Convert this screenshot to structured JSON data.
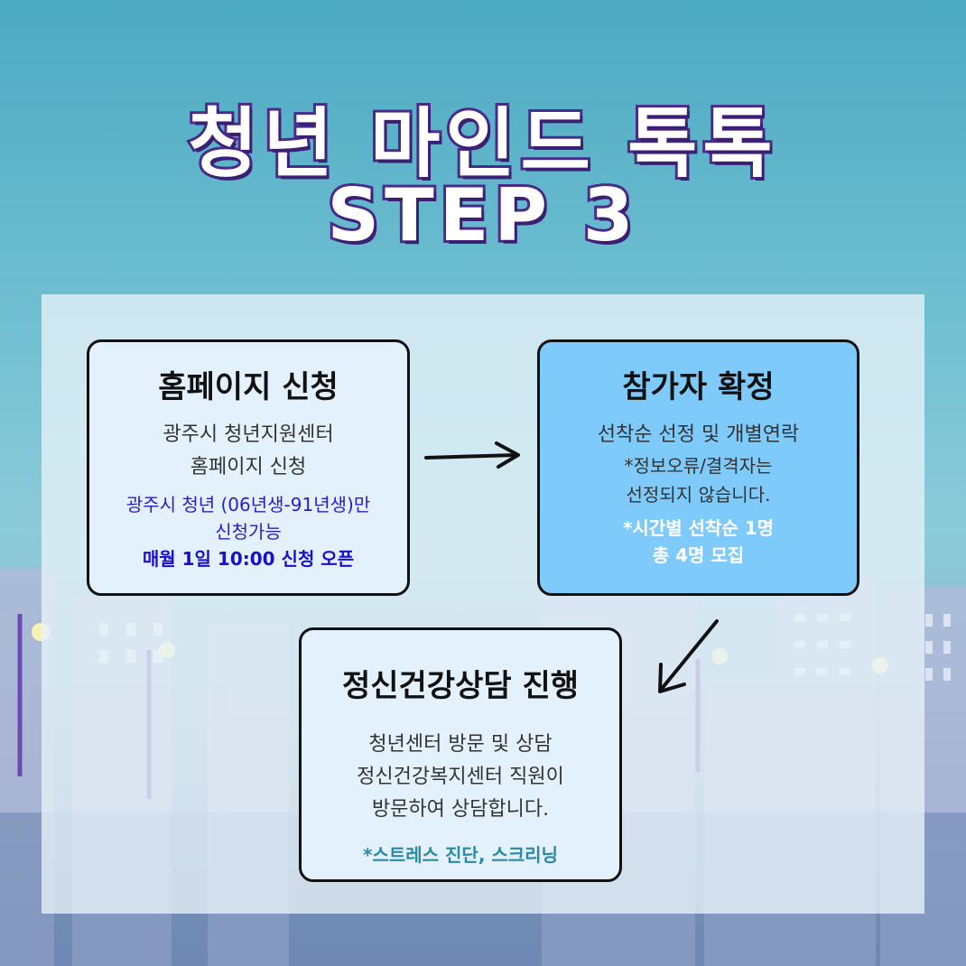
{
  "title": {
    "line1": "청년 마인드 톡톡",
    "line2": "STEP 3"
  },
  "steps": [
    {
      "heading": "홈페이지 신청",
      "desc1": "광주시 청년지원센터",
      "desc2": "홈페이지 신청",
      "note1": "광주시 청년 (06년생-91년생)만",
      "note2": "신청가능",
      "note3": "매월 1일 10:00 신청 오픈"
    },
    {
      "heading": "참가자 확정",
      "desc1": "선착순 선정 및 개별연락",
      "desc2": "*정보오류/결격자는",
      "desc3": "선정되지 않습니다.",
      "note1": "*시간별 선착순 1명",
      "note2": "총 4명 모집"
    },
    {
      "heading": "정신건강상담 진행",
      "desc1": "청년센터 방문 및 상담",
      "desc2": "정신건강복지센터 직원이",
      "desc3": "방문하여 상담합니다.",
      "note1": "*스트레스 진단, 스크리닝"
    }
  ],
  "colors": {
    "card_light": "#e3f1fc",
    "card_blue": "#7ecbfb",
    "title_outline": "#4a2a8a"
  }
}
